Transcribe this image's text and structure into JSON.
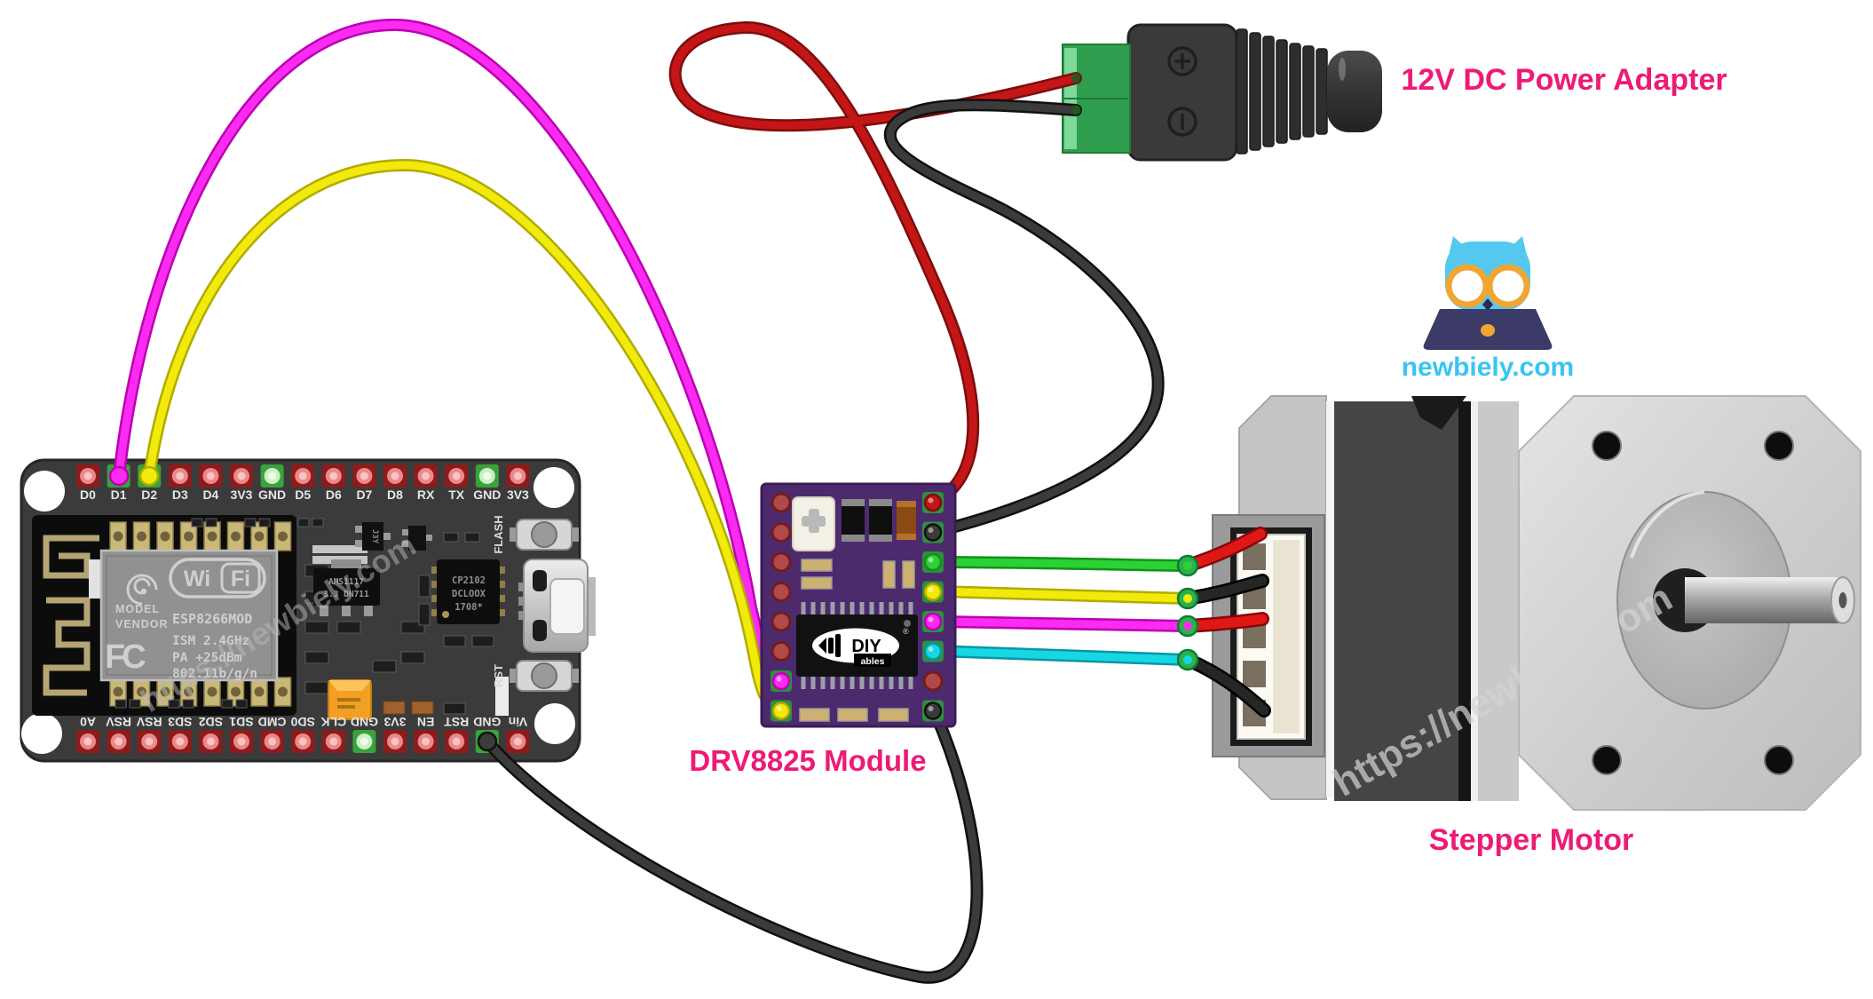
{
  "labels": {
    "power_adapter": "12V DC Power Adapter",
    "driver_module": "DRV8825 Module",
    "stepper_motor": "Stepper Motor",
    "brand_site": "newbiely.com",
    "watermark": "https://newbiely.com"
  },
  "colors": {
    "label_pink": "#ed1a76",
    "brand_cyan": "#38c5f3",
    "board_dark": "#3b3b3b",
    "drv_purple": "#4d2a6e",
    "terminal_green": "#2f9e4e",
    "pad_green": "#3aa23a",
    "pad_red": "#8e1b1b"
  },
  "esp8266": {
    "top_pins": [
      "D0",
      "D1",
      "D2",
      "D3",
      "D4",
      "3V3",
      "GND",
      "D5",
      "D6",
      "D7",
      "D8",
      "RX",
      "TX",
      "GND",
      "3V3"
    ],
    "top_green_pins": [
      1,
      2,
      6,
      13
    ],
    "bottom_pins": [
      "A0",
      "RSV",
      "RSV",
      "SD3",
      "SD2",
      "SD1",
      "CMD",
      "SD0",
      "CLK",
      "GND",
      "3V3",
      "EN",
      "RST",
      "GND",
      "Vin"
    ],
    "bottom_green_pins": [
      9,
      13
    ],
    "silkscreen": {
      "wifi_wi": "Wi",
      "wifi_fi": "Fi",
      "model": "MODEL",
      "vendor": "VENDOR",
      "module_name": "ESP8266MOD",
      "line_ism": "ISM 2.4GHz",
      "line_pa": "PA  +25dBm",
      "line_std": "802.11b/g/n",
      "fcc": "FC",
      "transistor": "J3Y",
      "regulator_line1": "AMS1117",
      "regulator_line2": "3.3  DN711",
      "usb_chip_line1": "CP2102",
      "usb_chip_line2": "DCLOOX",
      "usb_chip_line3": "1708*",
      "flash_button": "FLASH",
      "reset_button": "RST"
    }
  },
  "drv8825": {
    "logo_main": "DIY",
    "logo_sub": "ables",
    "logo_mark": "®",
    "left_pins": [
      {
        "t": "red"
      },
      {
        "t": "red"
      },
      {
        "t": "red"
      },
      {
        "t": "red"
      },
      {
        "t": "red"
      },
      {
        "t": "red"
      },
      {
        "t": "cap",
        "wire": "dir_magenta"
      },
      {
        "t": "cap",
        "wire": "step_yellow"
      }
    ],
    "right_pins": [
      {
        "t": "cap",
        "wire": "power_red"
      },
      {
        "t": "cap",
        "wire": "power_black"
      },
      {
        "t": "cap",
        "wire": "coil_green"
      },
      {
        "t": "cap",
        "wire": "coil_yellow"
      },
      {
        "t": "cap",
        "wire": "coil_magenta"
      },
      {
        "t": "cap",
        "wire": "coil_cyan"
      },
      {
        "t": "red"
      },
      {
        "t": "cap",
        "wire": "gnd_black"
      }
    ]
  },
  "wires": {
    "dir_magenta": {
      "core": "#fb2bf1",
      "outline": "#bb00b4",
      "width": 9,
      "from": "esp8266 pin D1",
      "to": "drv8825 left pin 7"
    },
    "step_yellow": {
      "core": "#f2ea0c",
      "outline": "#b2ab00",
      "width": 9,
      "from": "esp8266 pin D2",
      "to": "drv8825 left pin 8"
    },
    "power_red": {
      "core": "#c41616",
      "outline": "#7d0d0d",
      "width": 9,
      "from": "adapter positive terminal",
      "to": "drv8825 right pin 1"
    },
    "power_black": {
      "core": "#3b3b3b",
      "outline": "#101010",
      "width": 9,
      "from": "adapter negative terminal",
      "to": "drv8825 right pin 2"
    },
    "coil_green": {
      "core": "#2bd135",
      "outline": "#0e9417",
      "width": 9,
      "from": "drv8825 right pin 3",
      "to": "motor lead red 1"
    },
    "coil_yellow": {
      "core": "#f2ea0c",
      "outline": "#b2ab00",
      "width": 9,
      "from": "drv8825 right pin 4",
      "to": "motor lead black 1"
    },
    "coil_magenta": {
      "core": "#fb2bf1",
      "outline": "#bb00b4",
      "width": 9,
      "from": "drv8825 right pin 5",
      "to": "motor lead red 2"
    },
    "coil_cyan": {
      "core": "#17d7e3",
      "outline": "#0a96a5",
      "width": 9,
      "from": "drv8825 right pin 6",
      "to": "motor lead black 2"
    },
    "gnd_black": {
      "core": "#3b3b3b",
      "outline": "#101010",
      "width": 9,
      "from": "esp8266 bottom GND pin",
      "to": "drv8825 right pin 8"
    },
    "motor_red_a": {
      "core": "#e01717",
      "outline": "#870707",
      "width": 11,
      "from": "motor connector slot 1",
      "to": "junction 1"
    },
    "motor_black_a": {
      "core": "#262626",
      "outline": "#000000",
      "width": 11,
      "from": "motor connector slot 2",
      "to": "junction 2"
    },
    "motor_red_b": {
      "core": "#e01717",
      "outline": "#870707",
      "width": 11,
      "from": "motor connector slot 3",
      "to": "junction 3"
    },
    "motor_black_b": {
      "core": "#262626",
      "outline": "#000000",
      "width": 11,
      "from": "motor connector slot 4",
      "to": "junction 4"
    }
  }
}
